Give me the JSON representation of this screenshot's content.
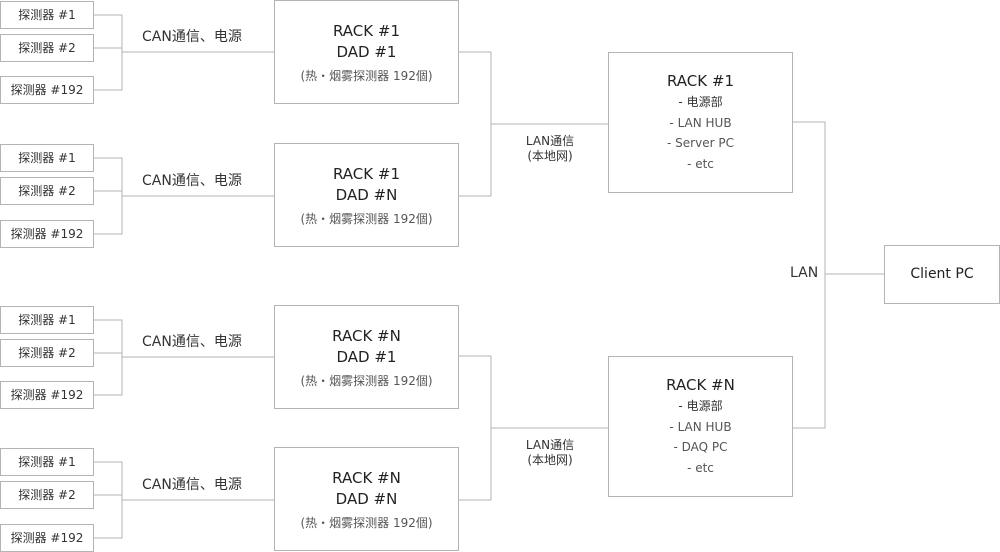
{
  "groups": [
    {
      "detectors": [
        "探测器 #1",
        "探测器 #2",
        "探测器 #192"
      ],
      "link_label": "CAN通信、电源",
      "dad": {
        "line1": "RACK #1",
        "line2": "DAD #1",
        "line3": "(热・烟雾探测器 192個)"
      }
    },
    {
      "detectors": [
        "探测器 #1",
        "探测器 #2",
        "探测器 #192"
      ],
      "link_label": "CAN通信、电源",
      "dad": {
        "line1": "RACK #1",
        "line2": "DAD #N",
        "line3": "(热・烟雾探测器 192個)"
      }
    },
    {
      "detectors": [
        "探测器 #1",
        "探测器 #2",
        "探测器 #192"
      ],
      "link_label": "CAN通信、电源",
      "dad": {
        "line1": "RACK #N",
        "line2": "DAD #1",
        "line3": "(热・烟雾探测器 192個)"
      }
    },
    {
      "detectors": [
        "探测器 #1",
        "探测器 #2",
        "探测器 #192"
      ],
      "link_label": "CAN通信、电源",
      "dad": {
        "line1": "RACK #N",
        "line2": "DAD #N",
        "line3": "(热・烟雾探测器 192個)"
      }
    }
  ],
  "lan_links": [
    {
      "line1": "LAN通信",
      "line2": "(本地网)"
    },
    {
      "line1": "LAN通信",
      "line2": "(本地网)"
    }
  ],
  "racks": [
    {
      "title": "RACK #1",
      "items": [
        "- 电源部",
        "- LAN HUB",
        "- Server PC",
        "- etc"
      ]
    },
    {
      "title": "RACK #N",
      "items": [
        "- 电源部",
        "- LAN HUB",
        "- DAQ PC",
        "- etc"
      ]
    }
  ],
  "lan_label": "LAN",
  "client": "Client PC"
}
